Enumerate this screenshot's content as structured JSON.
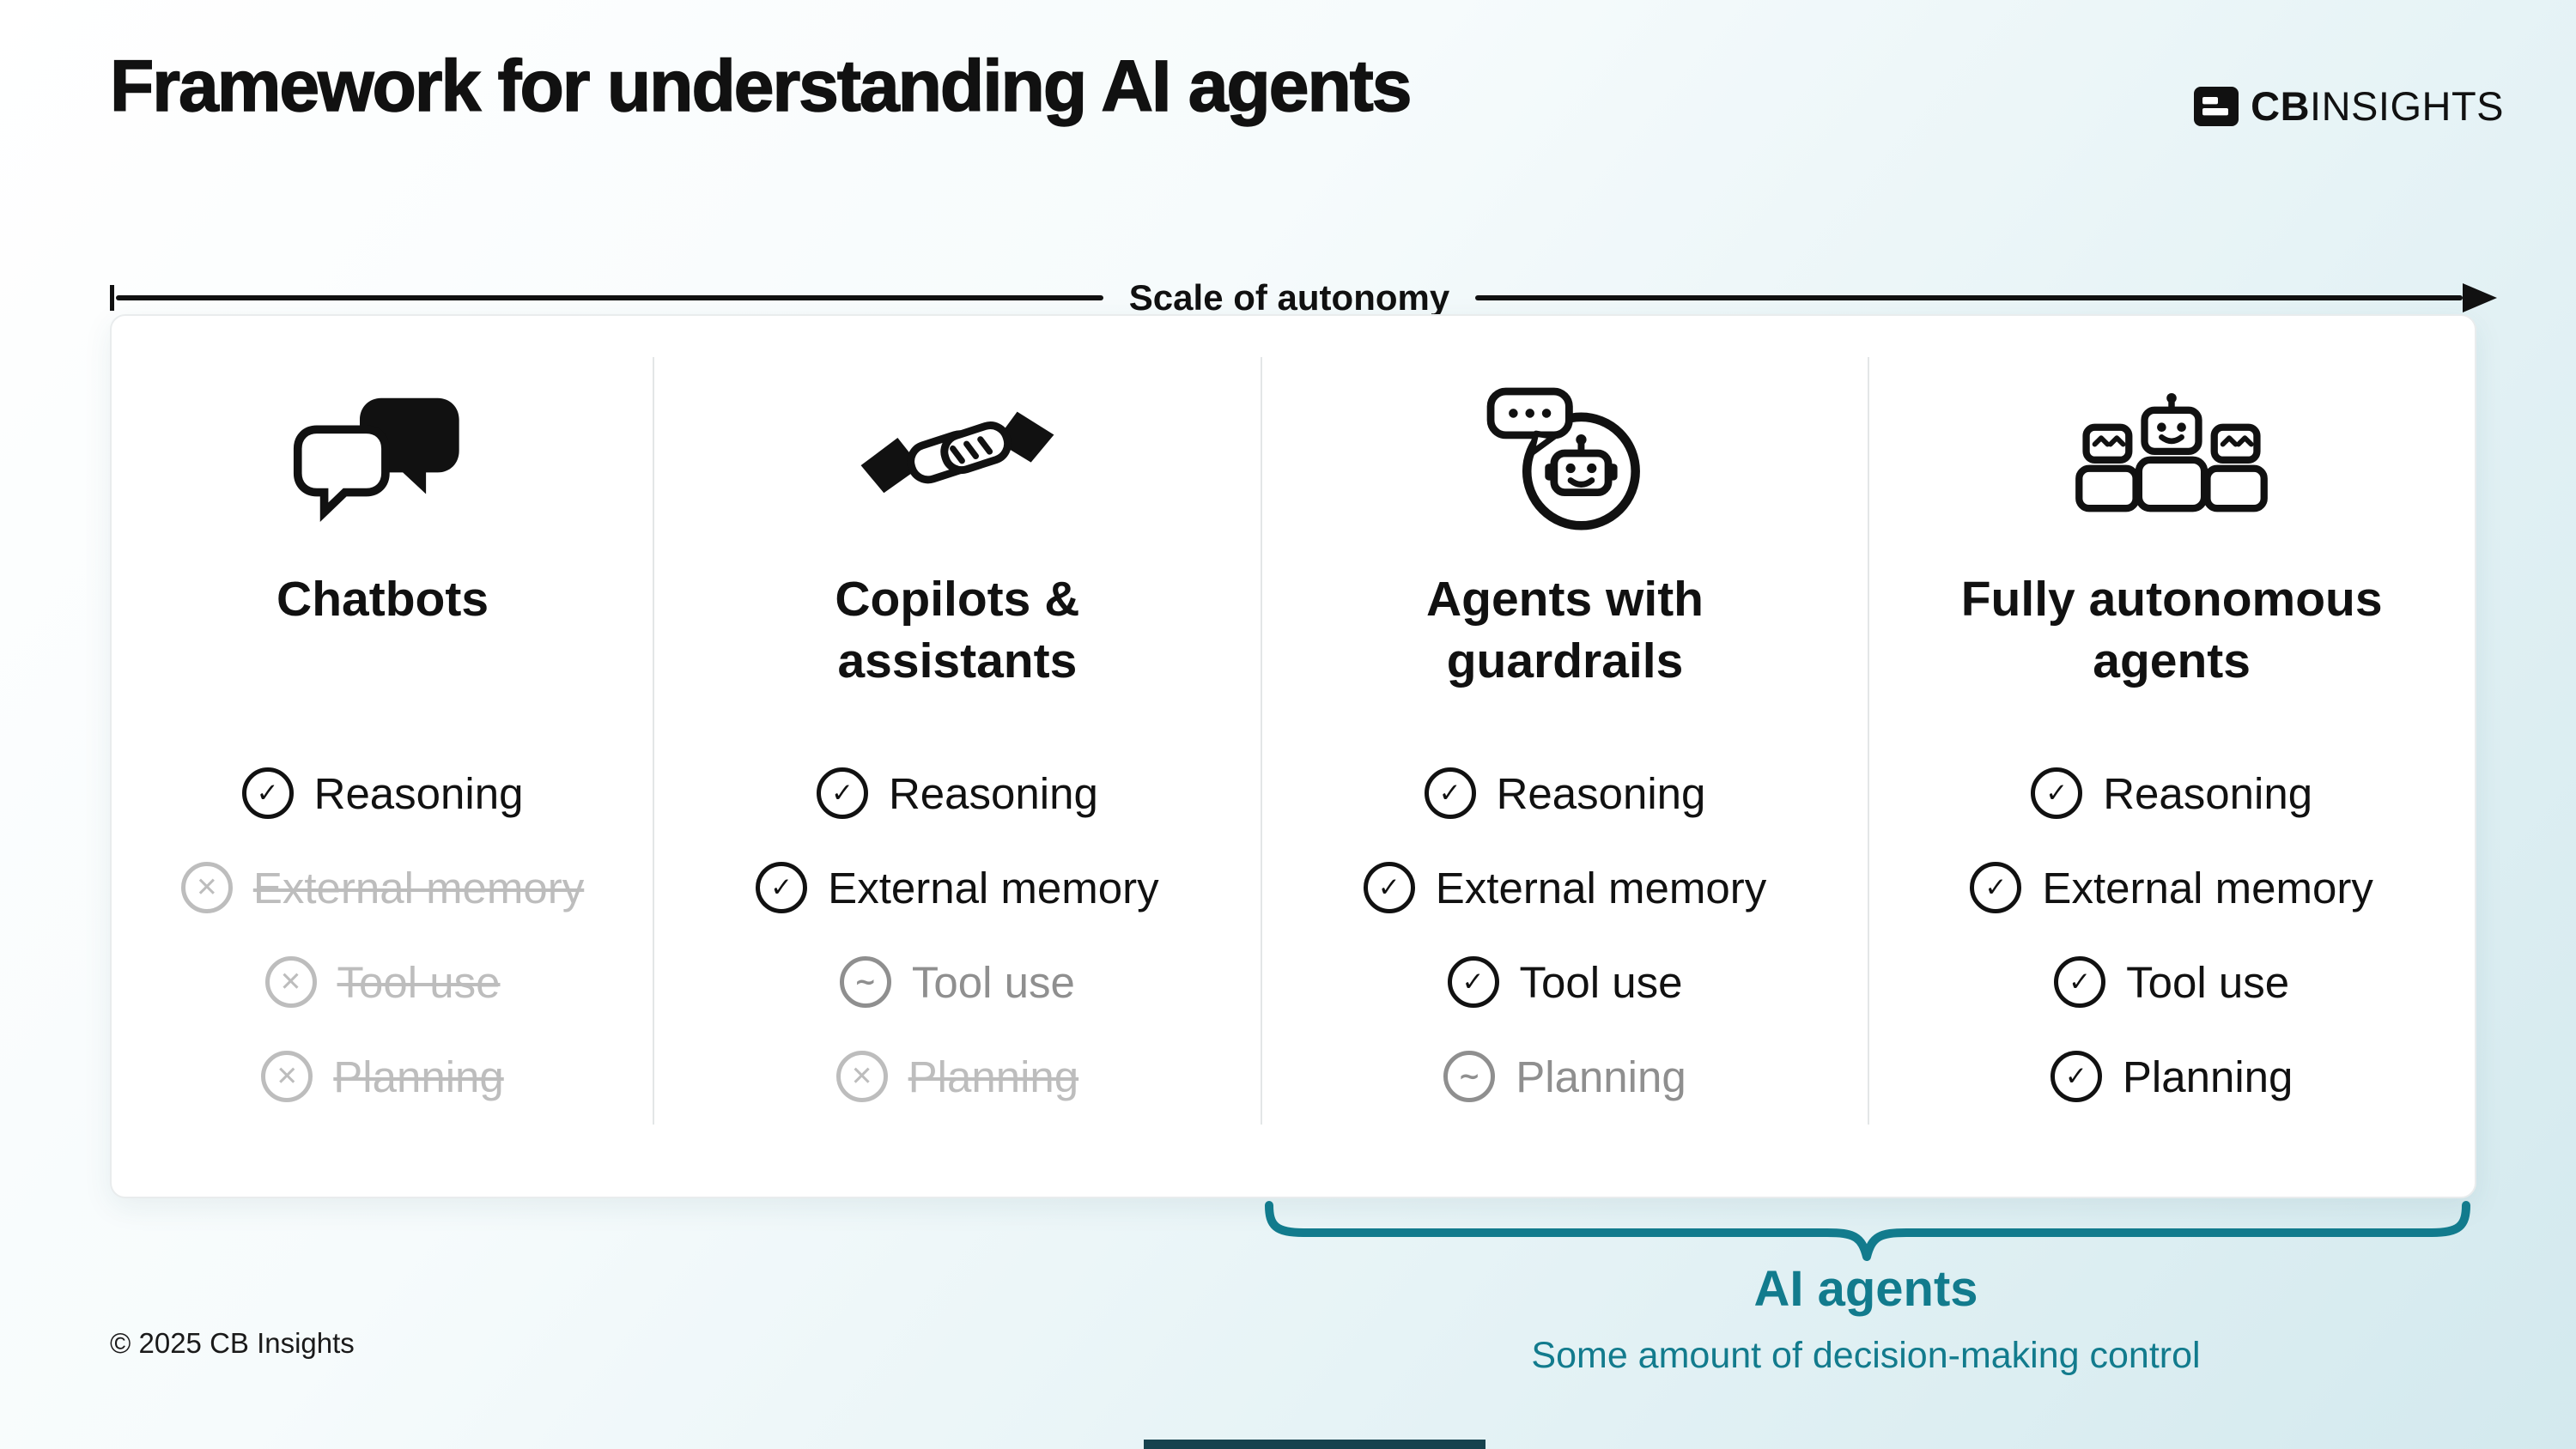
{
  "page": {
    "title": "Framework for understanding AI agents",
    "axis_label": "Scale of autonomy",
    "copyright": "© 2025 CB Insights"
  },
  "brand": {
    "bold": "CB",
    "rest": "INSIGHTS"
  },
  "columns": [
    {
      "title": "Chatbots",
      "icon": "chat-bubbles-icon",
      "features": [
        {
          "label": "Reasoning",
          "status": "yes"
        },
        {
          "label": "External memory",
          "status": "no"
        },
        {
          "label": "Tool use",
          "status": "no"
        },
        {
          "label": "Planning",
          "status": "no"
        }
      ]
    },
    {
      "title": "Copilots & assistants",
      "icon": "handshake-icon",
      "features": [
        {
          "label": "Reasoning",
          "status": "yes"
        },
        {
          "label": "External memory",
          "status": "yes"
        },
        {
          "label": "Tool use",
          "status": "partial"
        },
        {
          "label": "Planning",
          "status": "no"
        }
      ]
    },
    {
      "title": "Agents with guardrails",
      "icon": "robot-chat-icon",
      "features": [
        {
          "label": "Reasoning",
          "status": "yes"
        },
        {
          "label": "External memory",
          "status": "yes"
        },
        {
          "label": "Tool use",
          "status": "yes"
        },
        {
          "label": "Planning",
          "status": "partial"
        }
      ]
    },
    {
      "title": "Fully autonomous agents",
      "icon": "robots-group-icon",
      "features": [
        {
          "label": "Reasoning",
          "status": "yes"
        },
        {
          "label": "External memory",
          "status": "yes"
        },
        {
          "label": "Tool use",
          "status": "yes"
        },
        {
          "label": "Planning",
          "status": "yes"
        }
      ]
    }
  ],
  "status_icons": {
    "yes": "check-circle-icon",
    "no": "cross-circle-icon",
    "partial": "tilde-circle-icon"
  },
  "callout": {
    "title": "AI agents",
    "subtitle": "Some amount of decision-making control"
  },
  "colors": {
    "accent_teal": "#127b8d",
    "active_text": "#111111",
    "partial_text": "#8f8f8f",
    "inactive_text": "#bdbdbd"
  }
}
